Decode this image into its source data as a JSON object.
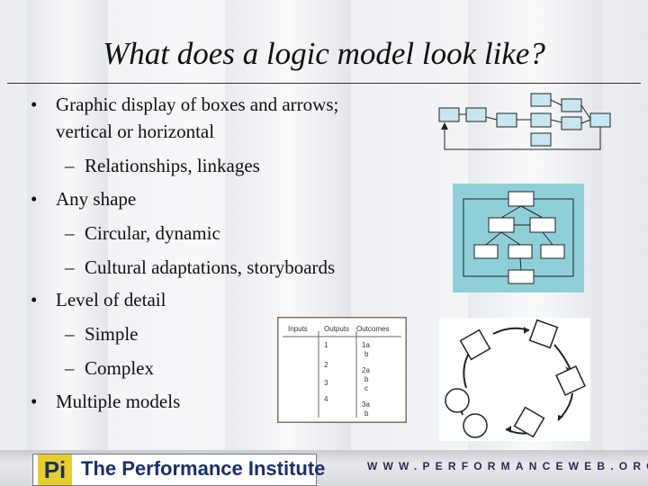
{
  "slide": {
    "title": "What does a logic model look like?",
    "bullets": [
      {
        "level": 1,
        "text": "Graphic display of boxes and arrows;"
      },
      {
        "level": 1,
        "text": "vertical or horizontal",
        "continuation": true
      },
      {
        "level": 2,
        "text": "Relationships, linkages"
      },
      {
        "level": 1,
        "text": "Any shape"
      },
      {
        "level": 2,
        "text": "Circular, dynamic"
      },
      {
        "level": 2,
        "text": "Cultural adaptations, storyboards"
      },
      {
        "level": 1,
        "text": "Level of detail"
      },
      {
        "level": 2,
        "text": "Simple"
      },
      {
        "level": 2,
        "text": "Complex"
      },
      {
        "level": 1,
        "text": "Multiple models"
      }
    ],
    "bullet_glyph": "•",
    "dash_glyph": "–"
  },
  "table_figure": {
    "headers": [
      "Inputs",
      "Outputs",
      "Outcomes"
    ],
    "outputs": [
      "1",
      "2",
      "3",
      "4"
    ],
    "outcomes": [
      "1a",
      "b",
      "2a",
      "b",
      "c",
      "3a",
      "b"
    ]
  },
  "footer": {
    "logo_mark": "Pi",
    "logo_text": "The Performance Institute",
    "url": "WWW.PERFORMANCEWEB.ORG"
  },
  "colors": {
    "teal_panel": "#8fd0d8",
    "box_fill": "#c7e6f0",
    "logo_yellow": "#e6cf2a",
    "logo_blue": "#1a2f6b"
  }
}
